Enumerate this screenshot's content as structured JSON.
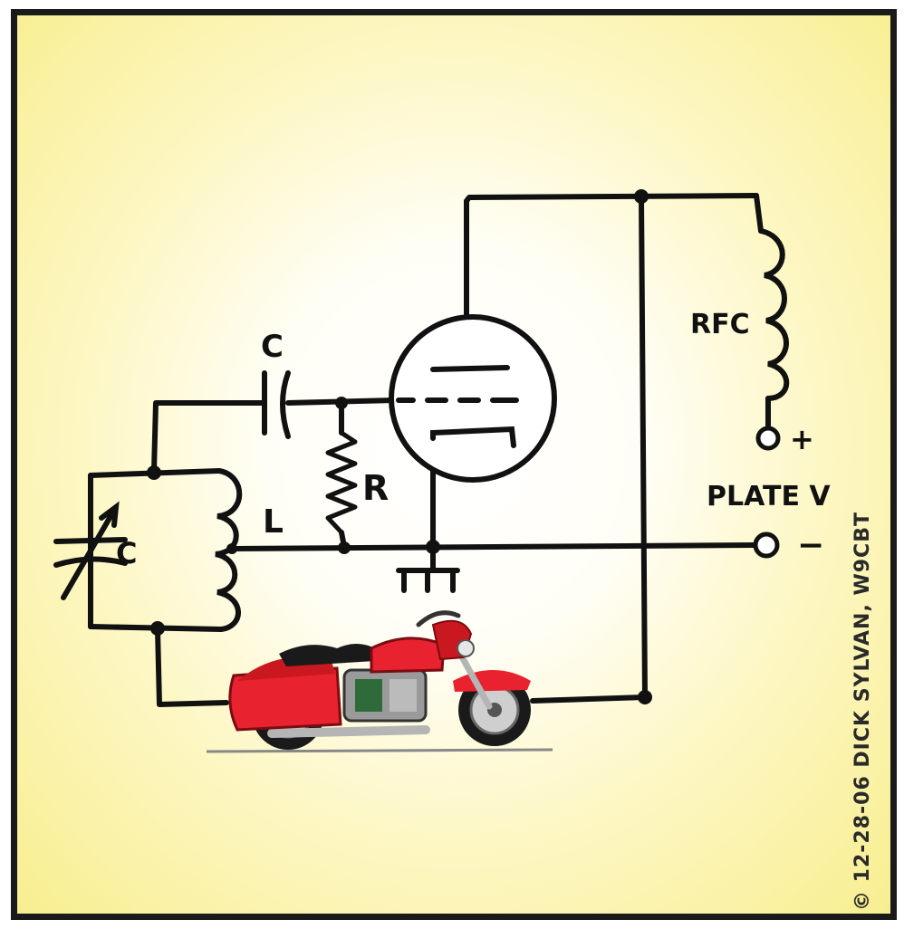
{
  "diagram": {
    "labels": {
      "capacitor_coupling": "C",
      "resistor": "R",
      "inductor": "L",
      "capacitor_variable": "C",
      "rf_choke": "RFC",
      "plus": "+",
      "minus": "−",
      "plate_voltage": "PLATE V"
    },
    "credit": "© 12-28-06 DICK SYLVAN, W9CBT",
    "colors": {
      "ink": "#111111",
      "motorcycle_body": "#e8222e",
      "paper_edge": "#f8ee90"
    },
    "icons": {
      "motorcycle": "motorcycle-icon",
      "vacuum_tube": "vacuum-tube-icon"
    }
  }
}
